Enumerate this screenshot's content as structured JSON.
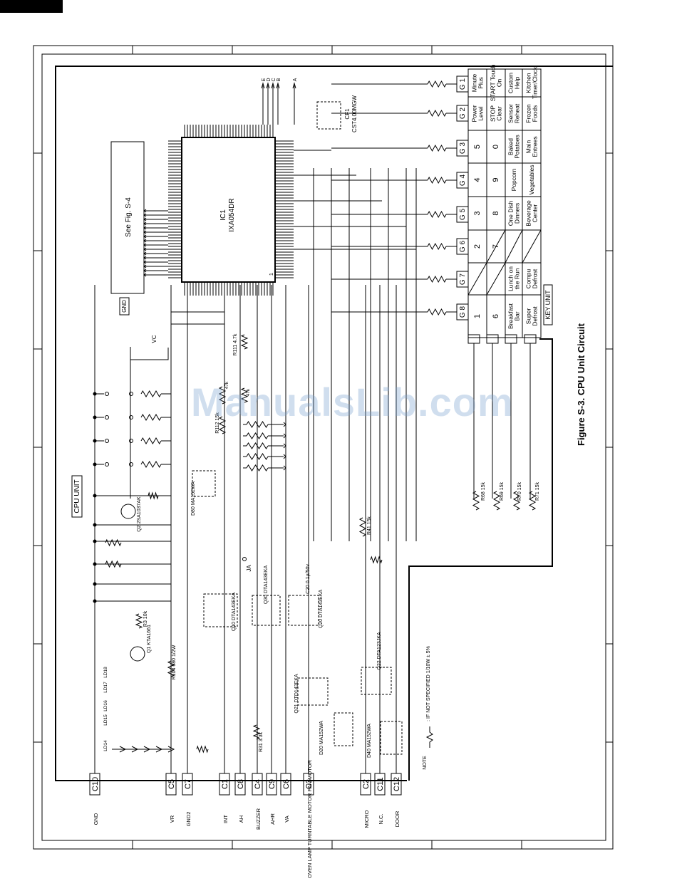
{
  "figure": {
    "caption": "Figure S-3. CPU Unit Circuit",
    "watermark": "ManualsLib.com"
  },
  "blocks": {
    "cpu_unit": "CPU UNIT",
    "key_unit": "KEY UNIT",
    "ic1_ref": "IC1",
    "ic1_part": "IXA054DR",
    "ic1_pin1": "1",
    "see_fig": "See Fig. S-4",
    "gnd": "GND",
    "crystal_ref": "CF1",
    "crystal_part": "CST4.00MGW",
    "vc": "VC",
    "ja": "JA",
    "note_label": "NOTE",
    "note_text": ": IF NOT SPECIFIED 1/10W ± 5%"
  },
  "connectors_left": [
    {
      "pin": "C10",
      "signal": "GND"
    },
    {
      "pin": "C5",
      "signal": "VR"
    },
    {
      "pin": "C7",
      "signal": "GND2"
    },
    {
      "pin": "C1",
      "signal": "INT"
    },
    {
      "pin": "C8",
      "signal": "AH"
    },
    {
      "pin": "C4",
      "signal": "BUZZER"
    },
    {
      "pin": "C9",
      "signal": "AHR"
    },
    {
      "pin": "C6",
      "signal": "VA"
    },
    {
      "pin": "C3",
      "signal": "OVEN LAMP TURNTABLE MOTOR FAN MOTOR"
    },
    {
      "pin": "C2",
      "signal": "MICRO"
    },
    {
      "pin": "C11",
      "signal": "N.C."
    },
    {
      "pin": "C12",
      "signal": "DOOR"
    }
  ],
  "g_pins": [
    "G 1",
    "G 2",
    "G 3",
    "G 4",
    "G 5",
    "G 6",
    "G 7",
    "G 8"
  ],
  "key_matrix": [
    [
      "Minute Plus",
      "START Touch On",
      "Custom Help",
      "Kitchen Timer/Clock"
    ],
    [
      "Power Level",
      "STOP Clear",
      "Sensor Reheat",
      "Frozen Foods"
    ],
    [
      "5",
      "0",
      "Baked Potatoes",
      "Main Entrees"
    ],
    [
      "4",
      "9",
      "Popcorn",
      "Vegetables"
    ],
    [
      "3",
      "8",
      "One Dish Dinners",
      "Beverage Center"
    ],
    [
      "2",
      "7",
      "",
      ""
    ],
    [
      "",
      "",
      "Lunch on the Run",
      "Compu Defrost"
    ],
    [
      "1",
      "6",
      "Breakfast Bar",
      "Super Defrost"
    ]
  ],
  "components": [
    {
      "ref": "Q2",
      "part": "2SA1037AK"
    },
    {
      "ref": "D80",
      "part": "MA152WA"
    },
    {
      "ref": "Q1",
      "part": "KTA1661"
    },
    {
      "ref": "R3",
      "part": "10k"
    },
    {
      "ref": "R104",
      "part": "680 1/2W"
    },
    {
      "ref": "Q10",
      "part": "DTA143EKA"
    },
    {
      "ref": "Q30",
      "part": "DTA143EKA"
    },
    {
      "ref": "Q20",
      "part": "DTA143EKA"
    },
    {
      "ref": "C20",
      "part": "0.1µ/50v"
    },
    {
      "ref": "Q21",
      "part": "DTD143EKA"
    },
    {
      "ref": "Q22",
      "part": "DTA123JKA"
    },
    {
      "ref": "D20",
      "part": "MA152WA"
    },
    {
      "ref": "D40",
      "part": "MA152WA"
    },
    {
      "ref": "R31",
      "part": "3.3k"
    },
    {
      "ref": "R41",
      "part": "15k"
    },
    {
      "ref": "R111",
      "part": "4.7k"
    },
    {
      "ref": "R112",
      "part": "15k"
    },
    {
      "ref": "R68",
      "part": "15k"
    },
    {
      "ref": "R69",
      "part": "15k"
    },
    {
      "ref": "R70",
      "part": "15k"
    },
    {
      "ref": "R71",
      "part": "15k"
    }
  ],
  "leds": [
    "LD14",
    "LD15",
    "LD16",
    "LD17",
    "LD18"
  ],
  "bus_labels": [
    "E",
    "D",
    "C",
    "B",
    "A"
  ],
  "misc": {
    "r_47k_a": "47k",
    "r_47k_b": "47k"
  }
}
